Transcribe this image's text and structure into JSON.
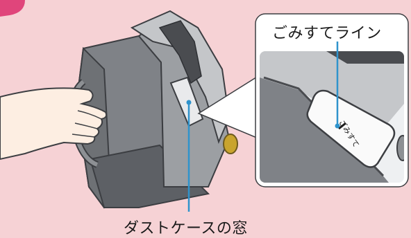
{
  "callout": {
    "label": "ごみすてライン",
    "window_mark": "ごみすて"
  },
  "caption": {
    "label": "ダストケースの窓"
  },
  "colors": {
    "background": "#f6d2d5",
    "accent_pink": "#e0457b",
    "leader_line": "#2f93cc",
    "body_dark": "#7f8287",
    "body_light": "#b9bbbe",
    "trim": "#4a4c50",
    "knob": "#c9a42e",
    "skin": "#fdeee2"
  },
  "icons": [
    "hand-illustration",
    "dust-case-illustration",
    "magnified-window-illustration"
  ]
}
